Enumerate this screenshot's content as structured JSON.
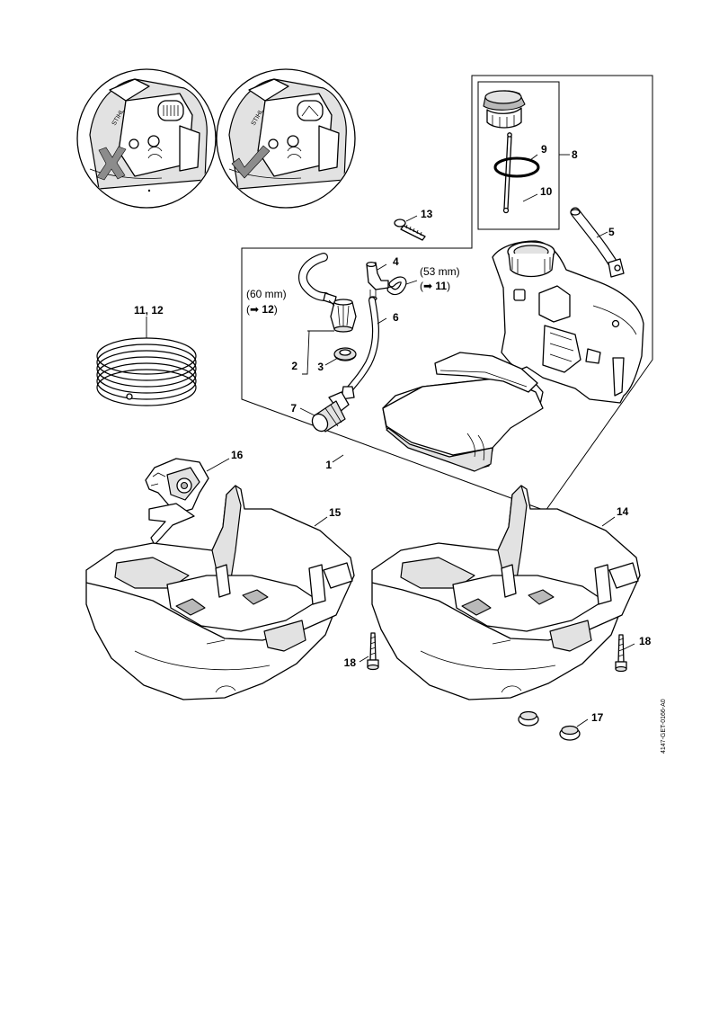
{
  "callouts": {
    "c1": "1",
    "c2": "2",
    "c3": "3",
    "c4": "4",
    "c5": "5",
    "c6": "6",
    "c7": "7",
    "c8": "8",
    "c9": "9",
    "c10": "10",
    "c11_12": "11, 12",
    "c13": "13",
    "c14": "14",
    "c15": "15",
    "c16": "16",
    "c17": "17",
    "c18_left": "18",
    "c18_right": "18"
  },
  "hose_notes": {
    "left": {
      "length": "(60 mm)",
      "ref": "12"
    },
    "right": {
      "length": "(53 mm)",
      "ref": "11"
    }
  },
  "arrow_glyph": "➡",
  "brand_text": "STIHL",
  "drawing_reference": "4147-GET-0166-A0",
  "check_icons": {
    "wrong": "cross-mark",
    "correct": "check-mark"
  },
  "colors": {
    "line": "#000000",
    "shade": "#e2e2e2",
    "mark_grey": "#8c8c8c"
  }
}
